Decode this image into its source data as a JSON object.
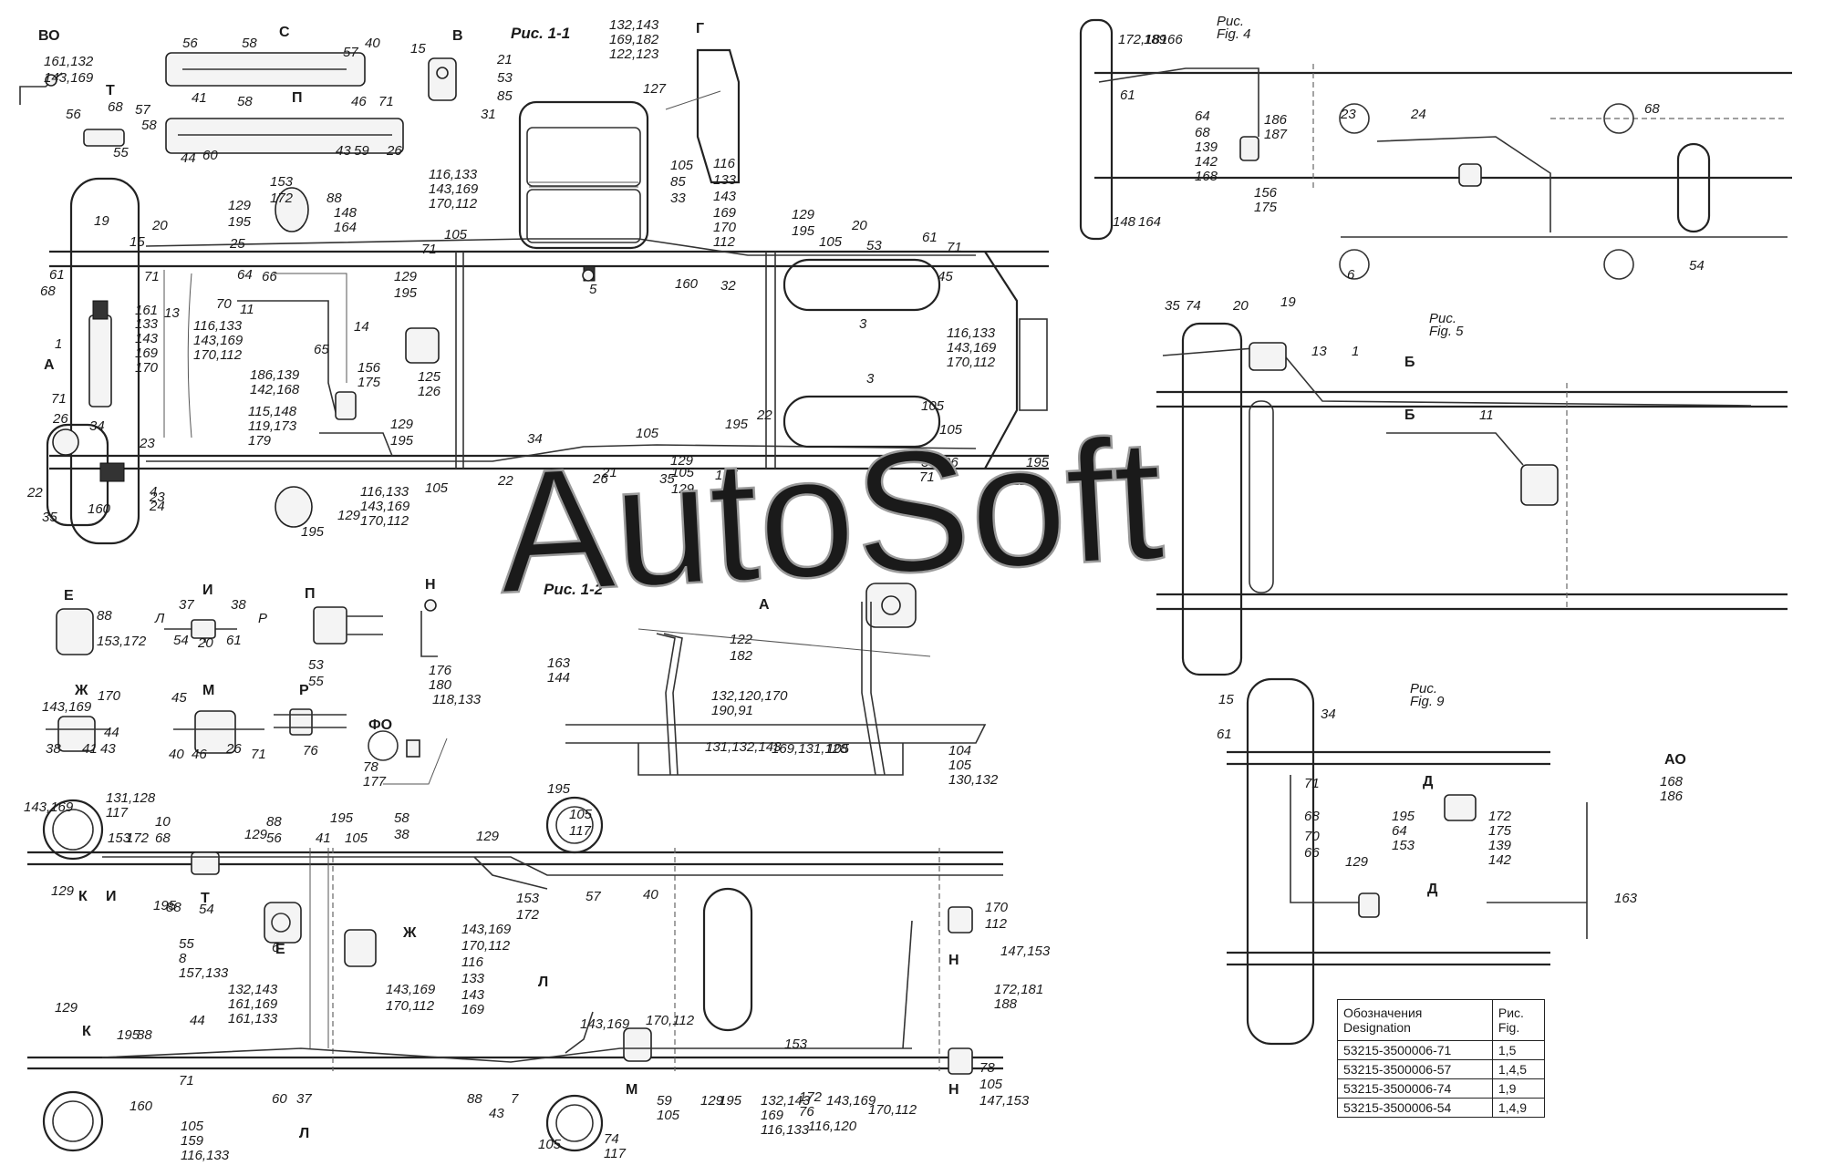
{
  "figures": {
    "fig1_1": "Рис. 1-1",
    "fig1_2": "Рис. 1-2",
    "fig4": [
      "Рис.",
      "Fig. 4"
    ],
    "fig5": [
      "Рис.",
      "Fig. 5"
    ],
    "fig9": [
      "Рис.",
      "Fig. 9"
    ]
  },
  "views": [
    "ВО",
    "С",
    "В",
    "Г",
    "Т",
    "П",
    "Е",
    "И",
    "П",
    "Н",
    "Ж",
    "М",
    "Р",
    "ФО",
    "А",
    "Б",
    "Б",
    "Д",
    "Д",
    "АО",
    "К",
    "И",
    "Т",
    "Е",
    "Ж",
    "Л",
    "Н",
    "Н",
    "М",
    "Л",
    "К",
    "А"
  ],
  "labels": [
    {
      "t": "161,132"
    },
    {
      "t": "143,169"
    },
    {
      "t": "56"
    },
    {
      "t": "58"
    },
    {
      "t": "57"
    },
    {
      "t": "40"
    },
    {
      "t": "41"
    },
    {
      "t": "68"
    },
    {
      "t": "57"
    },
    {
      "t": "56"
    },
    {
      "t": "58"
    },
    {
      "t": "55"
    },
    {
      "t": "58"
    },
    {
      "t": "46"
    },
    {
      "t": "71"
    },
    {
      "t": "44"
    },
    {
      "t": "60"
    },
    {
      "t": "43"
    },
    {
      "t": "59"
    },
    {
      "t": "26"
    },
    {
      "t": "15"
    },
    {
      "t": "21"
    },
    {
      "t": "53"
    },
    {
      "t": "85"
    },
    {
      "t": "31"
    },
    {
      "t": "132,143"
    },
    {
      "t": "169,182"
    },
    {
      "t": "122,123"
    },
    {
      "t": "127"
    },
    {
      "t": "153"
    },
    {
      "t": "172"
    },
    {
      "t": "88"
    },
    {
      "t": "148"
    },
    {
      "t": "164"
    },
    {
      "t": "129"
    },
    {
      "t": "195"
    },
    {
      "t": "20"
    },
    {
      "t": "25"
    },
    {
      "t": "19"
    },
    {
      "t": "15"
    },
    {
      "t": "116,133"
    },
    {
      "t": "143,169"
    },
    {
      "t": "170,112"
    },
    {
      "t": "105"
    },
    {
      "t": "71"
    },
    {
      "t": "129"
    },
    {
      "t": "195"
    },
    {
      "t": "105"
    },
    {
      "t": "85"
    },
    {
      "t": "33"
    },
    {
      "t": "116"
    },
    {
      "t": "133"
    },
    {
      "t": "143"
    },
    {
      "t": "169"
    },
    {
      "t": "170"
    },
    {
      "t": "112"
    },
    {
      "t": "129"
    },
    {
      "t": "195"
    },
    {
      "t": "105"
    },
    {
      "t": "20"
    },
    {
      "t": "53"
    },
    {
      "t": "61"
    },
    {
      "t": "45"
    },
    {
      "t": "71"
    },
    {
      "t": "32"
    },
    {
      "t": "160"
    },
    {
      "t": "5"
    },
    {
      "t": "3"
    },
    {
      "t": "3"
    },
    {
      "t": "116,133"
    },
    {
      "t": "143,169"
    },
    {
      "t": "170,112"
    },
    {
      "t": "61"
    },
    {
      "t": "71"
    },
    {
      "t": "68"
    },
    {
      "t": "13"
    },
    {
      "t": "161"
    },
    {
      "t": "133"
    },
    {
      "t": "143"
    },
    {
      "t": "169"
    },
    {
      "t": "170"
    },
    {
      "t": "116,133"
    },
    {
      "t": "143,169"
    },
    {
      "t": "170,112"
    },
    {
      "t": "70"
    },
    {
      "t": "11"
    },
    {
      "t": "64"
    },
    {
      "t": "66"
    },
    {
      "t": "65"
    },
    {
      "t": "14"
    },
    {
      "t": "1"
    },
    {
      "t": "186,139"
    },
    {
      "t": "142,168"
    },
    {
      "t": "156"
    },
    {
      "t": "175"
    },
    {
      "t": "125"
    },
    {
      "t": "126"
    },
    {
      "t": "115,148"
    },
    {
      "t": "119,173"
    },
    {
      "t": "179"
    },
    {
      "t": "116,133"
    },
    {
      "t": "143,169"
    },
    {
      "t": "170,112"
    },
    {
      "t": "105"
    },
    {
      "t": "129"
    },
    {
      "t": "195"
    },
    {
      "t": "34"
    },
    {
      "t": "22"
    },
    {
      "t": "26"
    },
    {
      "t": "105"
    },
    {
      "t": "35"
    },
    {
      "t": "129"
    },
    {
      "t": "195"
    },
    {
      "t": "22"
    },
    {
      "t": "21"
    },
    {
      "t": "105"
    },
    {
      "t": "129"
    },
    {
      "t": "195"
    },
    {
      "t": "105"
    },
    {
      "t": "71"
    },
    {
      "t": "105"
    },
    {
      "t": "35"
    },
    {
      "t": "26"
    },
    {
      "t": "129"
    },
    {
      "t": "195"
    },
    {
      "t": "71"
    },
    {
      "t": "26"
    },
    {
      "t": "34"
    },
    {
      "t": "23"
    },
    {
      "t": "22"
    },
    {
      "t": "160"
    },
    {
      "t": "35"
    },
    {
      "t": "23"
    },
    {
      "t": "4"
    },
    {
      "t": "24"
    },
    {
      "t": "129"
    },
    {
      "t": "195"
    },
    {
      "t": "88"
    },
    {
      "t": "153,172"
    },
    {
      "t": "37"
    },
    {
      "t": "38"
    },
    {
      "t": "Р"
    },
    {
      "t": "Л"
    },
    {
      "t": "54"
    },
    {
      "t": "20"
    },
    {
      "t": "61"
    },
    {
      "t": "53"
    },
    {
      "t": "55"
    },
    {
      "t": "176"
    },
    {
      "t": "180"
    },
    {
      "t": "118,133"
    },
    {
      "t": "143,169"
    },
    {
      "t": "170"
    },
    {
      "t": "44"
    },
    {
      "t": "38"
    },
    {
      "t": "41"
    },
    {
      "t": "43"
    },
    {
      "t": "45"
    },
    {
      "t": "40"
    },
    {
      "t": "46"
    },
    {
      "t": "26"
    },
    {
      "t": "71"
    },
    {
      "t": "76"
    },
    {
      "t": "78"
    },
    {
      "t": "177"
    },
    {
      "t": "122"
    },
    {
      "t": "182"
    },
    {
      "t": "163"
    },
    {
      "t": "144"
    },
    {
      "t": "132,120,170"
    },
    {
      "t": "190,91"
    },
    {
      "t": "131,132,143"
    },
    {
      "t": "169,131,128"
    },
    {
      "t": "105"
    },
    {
      "t": "104"
    },
    {
      "t": "105"
    },
    {
      "t": "130,132"
    },
    {
      "t": "143,169"
    },
    {
      "t": "131,128"
    },
    {
      "t": "117"
    },
    {
      "t": "153"
    },
    {
      "t": "172"
    },
    {
      "t": "10"
    },
    {
      "t": "68"
    },
    {
      "t": "129"
    },
    {
      "t": "195"
    },
    {
      "t": "88"
    },
    {
      "t": "56"
    },
    {
      "t": "129"
    },
    {
      "t": "195"
    },
    {
      "t": "41"
    },
    {
      "t": "105"
    },
    {
      "t": "58"
    },
    {
      "t": "38"
    },
    {
      "t": "129"
    },
    {
      "t": "195"
    },
    {
      "t": "105"
    },
    {
      "t": "117"
    },
    {
      "t": "153"
    },
    {
      "t": "172"
    },
    {
      "t": "57"
    },
    {
      "t": "40"
    },
    {
      "t": "88"
    },
    {
      "t": "54"
    },
    {
      "t": "6"
    },
    {
      "t": "55"
    },
    {
      "t": "8"
    },
    {
      "t": "157,133"
    },
    {
      "t": "143,169"
    },
    {
      "t": "170,112"
    },
    {
      "t": "116"
    },
    {
      "t": "133"
    },
    {
      "t": "143"
    },
    {
      "t": "169"
    },
    {
      "t": "170"
    },
    {
      "t": "112"
    },
    {
      "t": "147,153"
    },
    {
      "t": "172,181"
    },
    {
      "t": "188"
    },
    {
      "t": "132,143"
    },
    {
      "t": "161,169"
    },
    {
      "t": "161,133"
    },
    {
      "t": "143,169"
    },
    {
      "t": "170,112"
    },
    {
      "t": "129"
    },
    {
      "t": "195"
    },
    {
      "t": "88"
    },
    {
      "t": "44"
    },
    {
      "t": "60"
    },
    {
      "t": "37"
    },
    {
      "t": "160"
    },
    {
      "t": "71"
    },
    {
      "t": "105"
    },
    {
      "t": "159"
    },
    {
      "t": "116,133"
    },
    {
      "t": "143,169"
    },
    {
      "t": "170,112"
    },
    {
      "t": "88"
    },
    {
      "t": "7"
    },
    {
      "t": "43"
    },
    {
      "t": "59"
    },
    {
      "t": "105"
    },
    {
      "t": "129"
    },
    {
      "t": "195"
    },
    {
      "t": "105"
    },
    {
      "t": "74"
    },
    {
      "t": "117"
    },
    {
      "t": "153"
    },
    {
      "t": "172"
    },
    {
      "t": "76"
    },
    {
      "t": "116,120"
    },
    {
      "t": "132,143"
    },
    {
      "t": "169"
    },
    {
      "t": "116,133"
    },
    {
      "t": "143,169"
    },
    {
      "t": "170,112"
    },
    {
      "t": "78"
    },
    {
      "t": "105"
    },
    {
      "t": "147,153"
    },
    {
      "t": "172,181"
    },
    {
      "t": "189"
    },
    {
      "t": "66"
    },
    {
      "t": "61"
    },
    {
      "t": "64"
    },
    {
      "t": "68"
    },
    {
      "t": "139"
    },
    {
      "t": "142"
    },
    {
      "t": "168"
    },
    {
      "t": "186"
    },
    {
      "t": "187"
    },
    {
      "t": "156"
    },
    {
      "t": "175"
    },
    {
      "t": "148"
    },
    {
      "t": "164"
    },
    {
      "t": "23"
    },
    {
      "t": "24"
    },
    {
      "t": "68"
    },
    {
      "t": "6"
    },
    {
      "t": "54"
    },
    {
      "t": "35"
    },
    {
      "t": "74"
    },
    {
      "t": "20"
    },
    {
      "t": "19"
    },
    {
      "t": "13"
    },
    {
      "t": "1"
    },
    {
      "t": "11"
    },
    {
      "t": "15"
    },
    {
      "t": "34"
    },
    {
      "t": "61"
    },
    {
      "t": "71"
    },
    {
      "t": "68"
    },
    {
      "t": "70"
    },
    {
      "t": "66"
    },
    {
      "t": "129"
    },
    {
      "t": "195"
    },
    {
      "t": "64"
    },
    {
      "t": "153"
    },
    {
      "t": "172"
    },
    {
      "t": "175"
    },
    {
      "t": "139"
    },
    {
      "t": "142"
    },
    {
      "t": "168"
    },
    {
      "t": "186"
    },
    {
      "t": "163"
    },
    {
      "t": "144"
    },
    {
      "t": "105"
    }
  ],
  "watermark": "AutoSoft",
  "legend": {
    "header_left": [
      "Обозначения",
      "Designation"
    ],
    "header_right": [
      "Рис.",
      "Fig."
    ],
    "rows": [
      [
        "53215-3500006-71",
        "1,5"
      ],
      [
        "53215-3500006-57",
        "1,4,5"
      ],
      [
        "53215-3500006-74",
        "1,9"
      ],
      [
        "53215-3500006-54",
        "1,4,9"
      ]
    ]
  }
}
